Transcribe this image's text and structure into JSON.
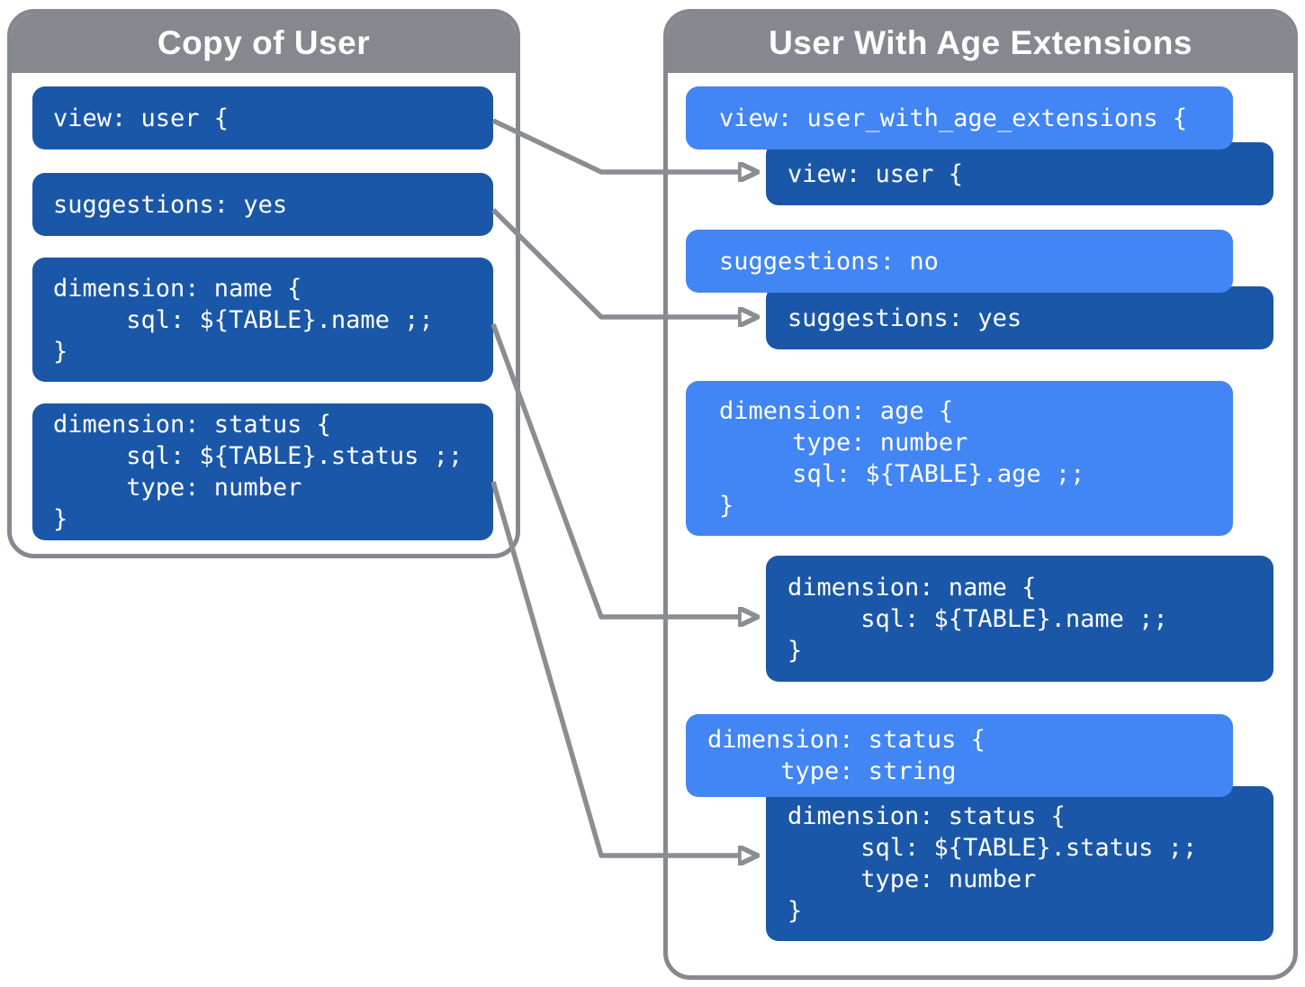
{
  "diagram": {
    "left_panel": {
      "title": "Copy of User",
      "blocks": [
        {
          "id": "view-user",
          "variant": "dark",
          "text": "view: user {"
        },
        {
          "id": "suggestions-yes",
          "variant": "dark",
          "text": "suggestions: yes"
        },
        {
          "id": "dimension-name",
          "variant": "dark",
          "text": "dimension: name {\n     sql: ${TABLE}.name ;;\n}"
        },
        {
          "id": "dimension-status",
          "variant": "dark",
          "text": "dimension: status {\n     sql: ${TABLE}.status ;;\n     type: number\n}"
        }
      ]
    },
    "right_panel": {
      "title": "User With Age Extensions",
      "blocks": [
        {
          "id": "view-user-with-age-extensions",
          "variant": "light",
          "text": "view: user_with_age_extensions {"
        },
        {
          "id": "view-user-inherited",
          "variant": "dark",
          "text": "view: user {"
        },
        {
          "id": "suggestions-no",
          "variant": "light",
          "text": "suggestions: no"
        },
        {
          "id": "suggestions-yes-inherited",
          "variant": "dark",
          "text": "suggestions: yes"
        },
        {
          "id": "dimension-age",
          "variant": "light",
          "text": "dimension: age {\n     type: number\n     sql: ${TABLE}.age ;;\n}"
        },
        {
          "id": "dimension-name-inherited",
          "variant": "dark",
          "text": "dimension: name {\n     sql: ${TABLE}.name ;;\n}"
        },
        {
          "id": "dimension-status-override",
          "variant": "light",
          "text": "dimension: status {\n     type: string"
        },
        {
          "id": "dimension-status-inherited",
          "variant": "dark",
          "text": "dimension: status {\n     sql: ${TABLE}.status ;;\n     type: number\n}"
        }
      ]
    },
    "colors": {
      "dark_blue": "#1b57a8",
      "light_blue": "#4285f4",
      "gray": "#85898f",
      "arrow_gray": "#8a8e93",
      "background": "#ffffff",
      "text": "#ffffff"
    }
  }
}
